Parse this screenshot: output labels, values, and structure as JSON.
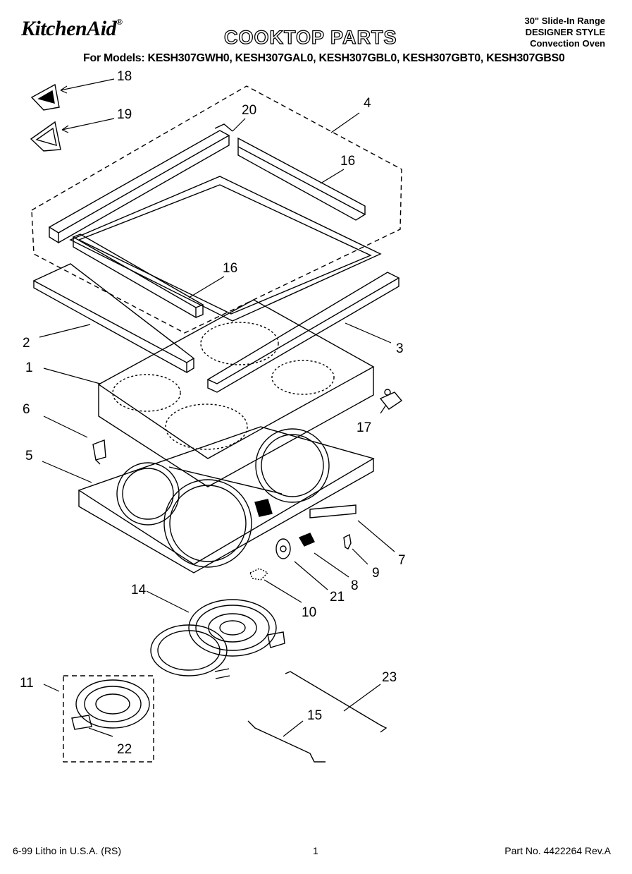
{
  "header": {
    "brand": "KitchenAid",
    "brand_mark": "®",
    "title": "COOKTOP PARTS",
    "range_type": "30\" Slide-In Range",
    "style": "DESIGNER STYLE",
    "oven": "Convection Oven",
    "models": "For Models: KESH307GWH0, KESH307GAL0, KESH307GBL0, KESH307GBT0, KESH307GBS0"
  },
  "callouts": {
    "c1": "1",
    "c2": "2",
    "c3": "3",
    "c4": "4",
    "c5": "5",
    "c6": "6",
    "c7": "7",
    "c8": "8",
    "c9": "9",
    "c10": "10",
    "c11": "11",
    "c14": "14",
    "c15": "15",
    "c16a": "16",
    "c16b": "16",
    "c17": "17",
    "c18": "18",
    "c19": "19",
    "c20": "20",
    "c21": "21",
    "c22": "22",
    "c23": "23"
  },
  "footer": {
    "left": "6-99 Litho in U.S.A. (RS)",
    "page": "1",
    "part_no": "Part No. 4422264 Rev.A"
  }
}
